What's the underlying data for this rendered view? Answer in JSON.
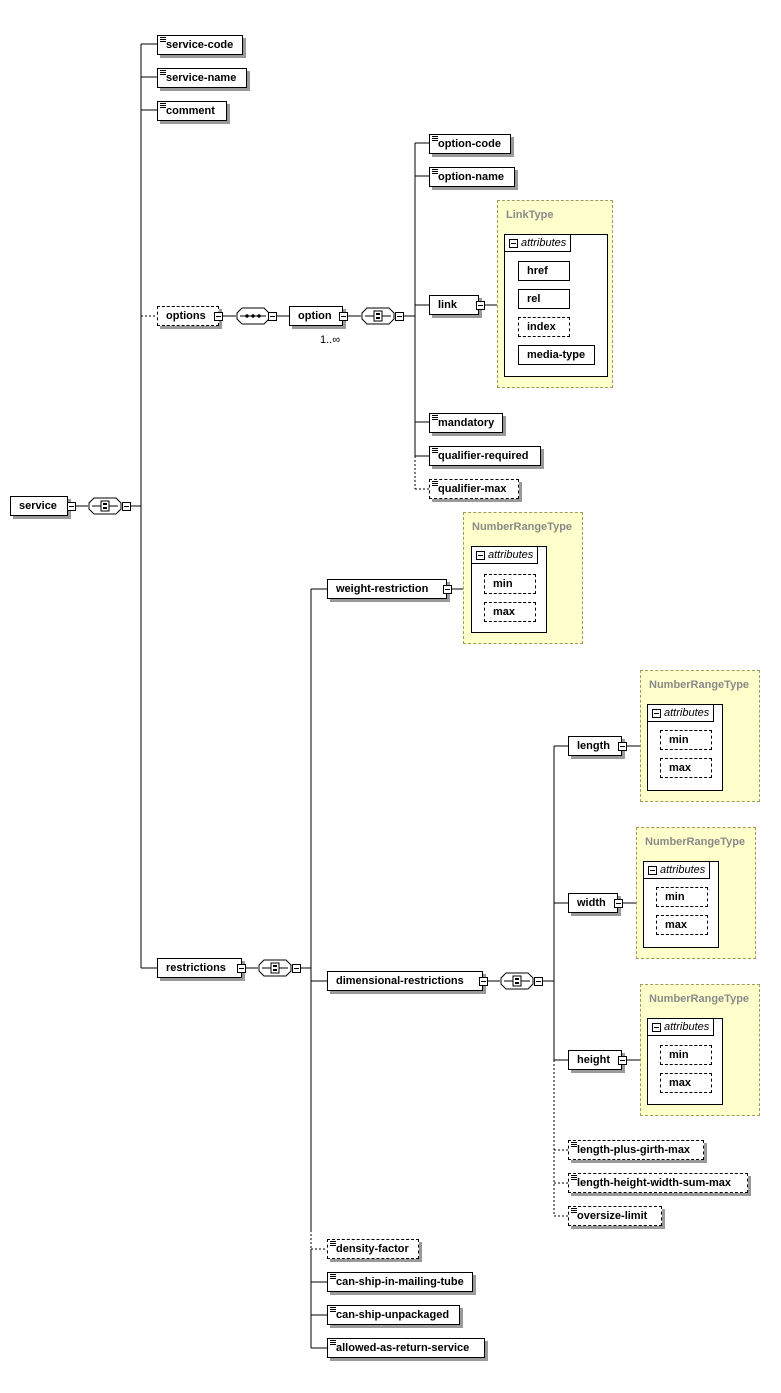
{
  "root": {
    "label": "service"
  },
  "service_children": {
    "service_code": "service-code",
    "service_name": "service-name",
    "comment": "comment",
    "options": "options",
    "restrictions": "restrictions"
  },
  "option": {
    "label": "option",
    "cardinality": "1..∞"
  },
  "option_children": {
    "option_code": "option-code",
    "option_name": "option-name",
    "link": "link",
    "mandatory": "mandatory",
    "qualifier_required": "qualifier-required",
    "qualifier_max": "qualifier-max"
  },
  "link_type": {
    "title": "LinkType",
    "attributes_label": "attributes",
    "attrs": [
      "href",
      "rel",
      "index",
      "media-type"
    ]
  },
  "restriction_children": {
    "weight_restriction": "weight-restriction",
    "dimensional_restrictions": "dimensional-restrictions",
    "density_factor": "density-factor",
    "can_ship_in_mailing_tube": "can-ship-in-mailing-tube",
    "can_ship_unpackaged": "can-ship-unpackaged",
    "allowed_as_return_service": "allowed-as-return-service"
  },
  "dimension_children": {
    "length": "length",
    "width": "width",
    "height": "height",
    "length_plus_girth_max": "length-plus-girth-max",
    "length_height_width_sum_max": "length-height-width-sum-max",
    "oversize_limit": "oversize-limit"
  },
  "number_range_type": {
    "title": "NumberRangeType",
    "attributes_label": "attributes",
    "min": "min",
    "max": "max"
  },
  "colors": {
    "complex_type_fill": "#ffffcc",
    "complex_type_border": "#9c9c60",
    "shadow": "#9a9a9a"
  }
}
